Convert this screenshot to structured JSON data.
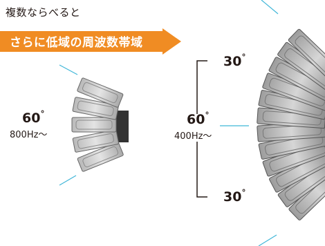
{
  "header": {
    "pretitle": "複数ならべると",
    "arrow_label": "さらに低域の周波数帯域"
  },
  "left_array": {
    "angle": "60",
    "degree_symbol": "°",
    "frequency": "800Hz～"
  },
  "right_array": {
    "angle_top": "30",
    "angle_center": "60",
    "angle_bottom": "30",
    "degree_symbol": "°",
    "frequency": "400Hz～"
  },
  "colors": {
    "arrow": "#f08c23",
    "guide_line": "#3fb6d8",
    "text": "#231815",
    "speaker_face": "#c8c8c8",
    "speaker_body": "#555555"
  }
}
